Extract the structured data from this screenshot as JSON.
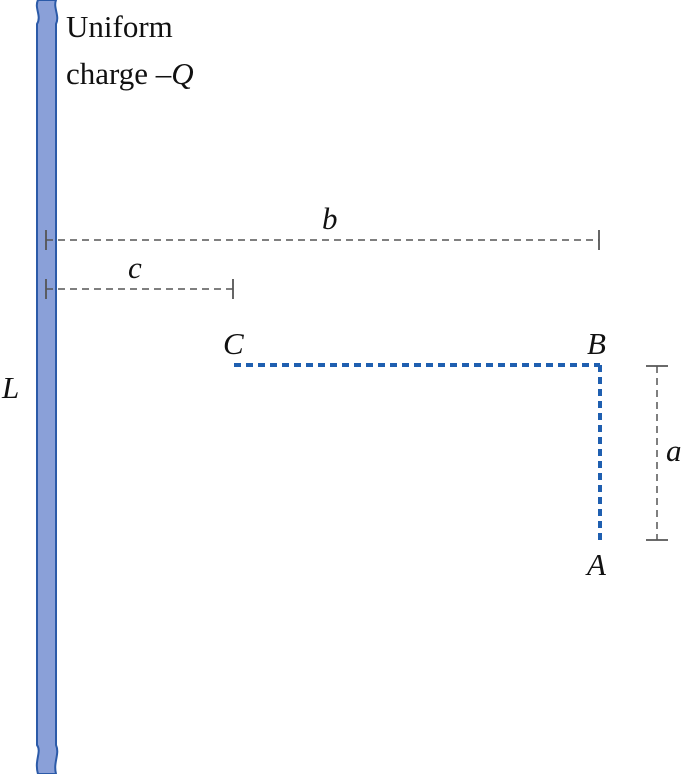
{
  "rod": {
    "label_line1": "Uniform",
    "label_line2_prefix": "charge –",
    "label_line2_symbol": "Q",
    "length_label": "L",
    "fill_color": "#8aa0d8",
    "edge_color": "#2b5aa8"
  },
  "dimensions": {
    "b_label": "b",
    "c_label": "c",
    "a_label": "a",
    "line_color": "#555555"
  },
  "points": {
    "A": "A",
    "B": "B",
    "C": "C"
  },
  "path": {
    "color": "#1f5fb0"
  }
}
